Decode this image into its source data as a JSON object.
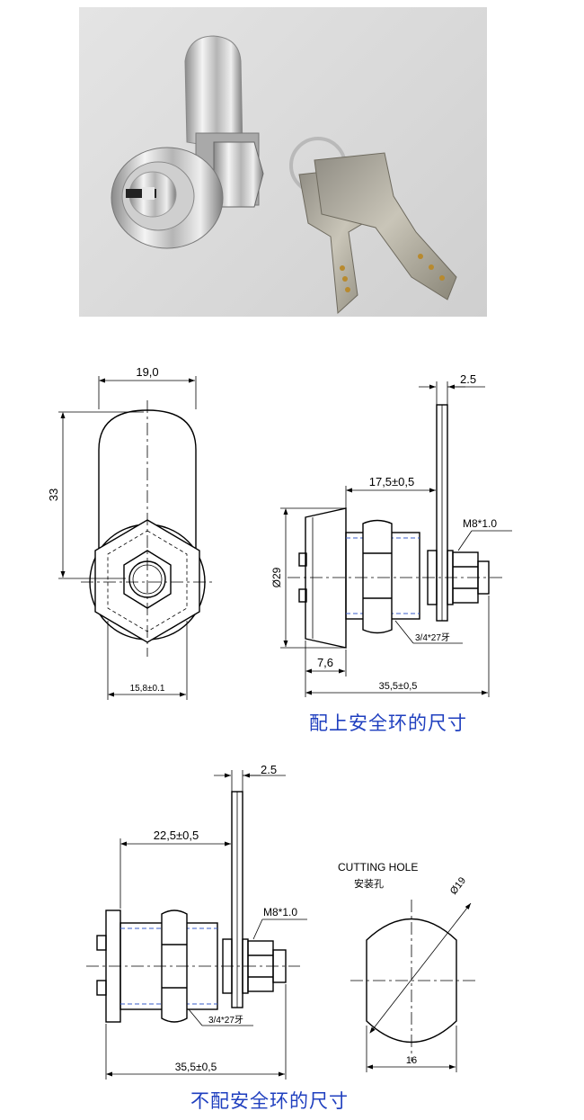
{
  "top_view": {
    "width_dim": "19,0",
    "height_dim": "33",
    "base_dim": "15,8±0.1"
  },
  "side_view_with_ring": {
    "cam_thickness": "2.5",
    "length_to_cam": "17,5±0,5",
    "nut_thread": "M8*1.0",
    "diameter": "Ø29",
    "flange_depth": "7,6",
    "body_thread": "3/4*27牙",
    "total_length": "35,5±0,5",
    "caption": "配上安全环的尺寸"
  },
  "side_view_without_ring": {
    "cam_thickness": "2.5",
    "length_to_cam": "22,5±0,5",
    "nut_thread": "M8*1.0",
    "body_thread": "3/4*27牙",
    "total_length": "35,5±0,5",
    "caption": "不配安全环的尺寸"
  },
  "cutting_hole": {
    "title": "CUTTING HOLE",
    "subtitle": "安装孔",
    "diameter": "Ø19",
    "flat_width": "16"
  },
  "colors": {
    "caption": "#1f3fbf",
    "line": "#000000",
    "dash_blue": "#3a5ec8"
  }
}
